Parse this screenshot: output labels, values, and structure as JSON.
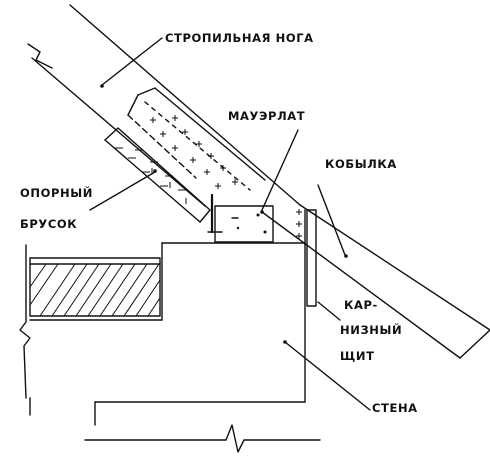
{
  "labels": {
    "rafter": "СТРОПИЛЬНАЯ НОГА",
    "mauerlat": "МАУЭРЛАТ",
    "kobylka": "КОБЫЛКА",
    "support_block_line1": "ОПОРНЫЙ",
    "support_block_line2": "БРУСОК",
    "cornice_line1": "КАР-",
    "cornice_line2": "НИЗНЫЙ",
    "cornice_line3": "ЩИТ",
    "wall": "СТЕНА"
  }
}
